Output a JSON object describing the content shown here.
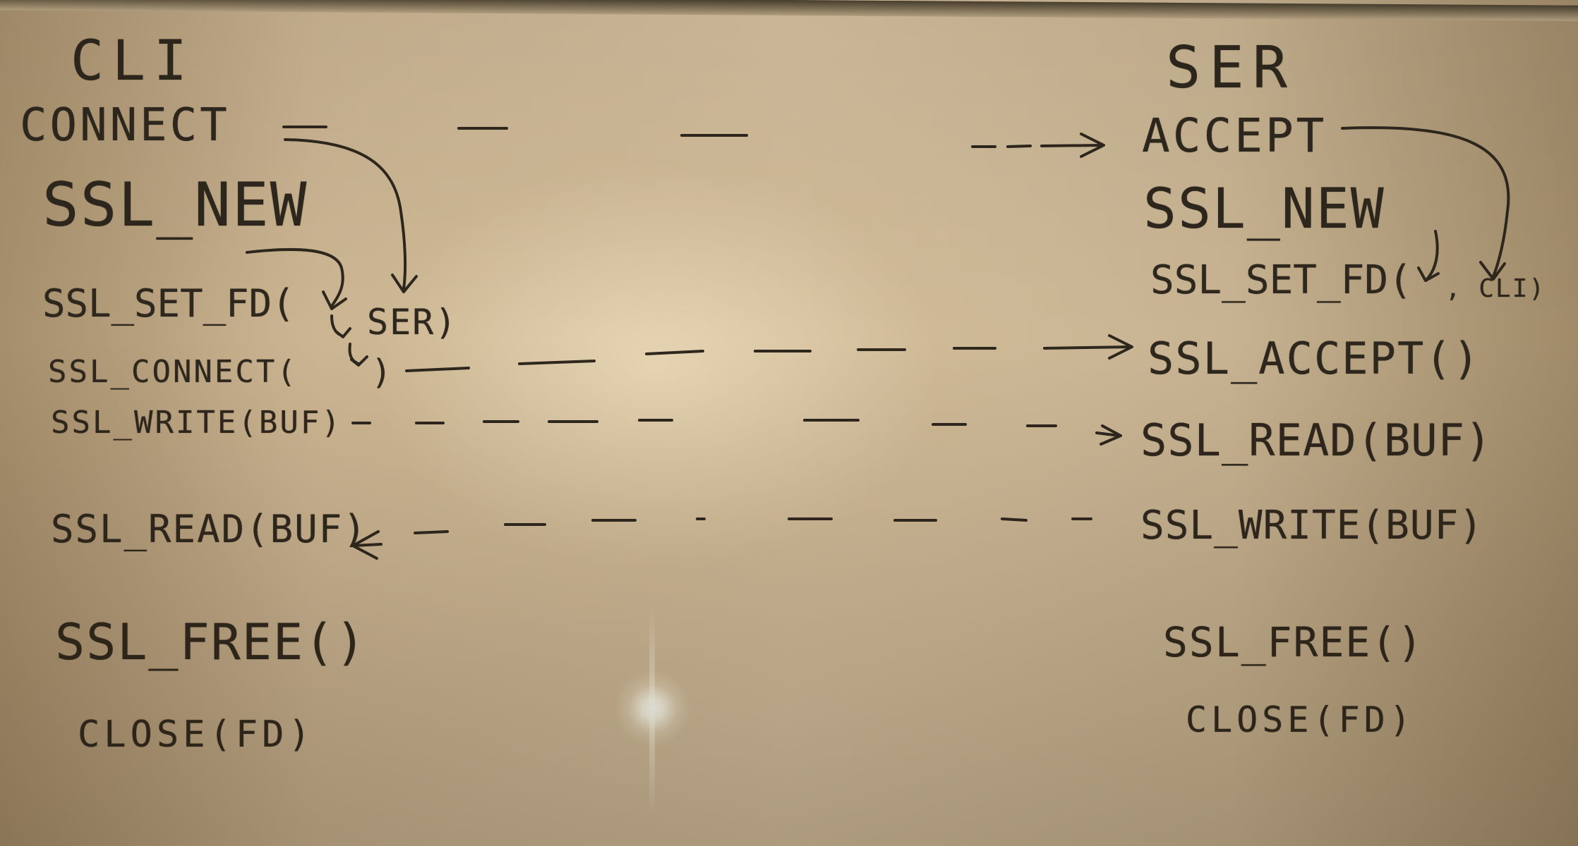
{
  "client": {
    "header": "CLI",
    "steps": [
      "CONNECT",
      "SSL_NEW",
      "SSL_SET_FD(",
      "SSL_CONNECT(",
      "SSL_WRITE(BUF)",
      "SSL_READ(BUF)",
      "SSL_FREE()",
      "CLOSE(FD)"
    ],
    "set_fd_arg": "SER)",
    "connect_close": ")"
  },
  "server": {
    "header": "SER",
    "steps": [
      "ACCEPT",
      "SSL_NEW",
      "SSL_SET_FD(",
      "SSL_ACCEPT()",
      "SSL_READ(BUF)",
      "SSL_WRITE(BUF)",
      "SSL_FREE()",
      "CLOSE(FD)"
    ],
    "set_fd_arg": ", CLI)"
  },
  "colors": {
    "marker": "#2e271d",
    "board": "#d3bf9e"
  }
}
